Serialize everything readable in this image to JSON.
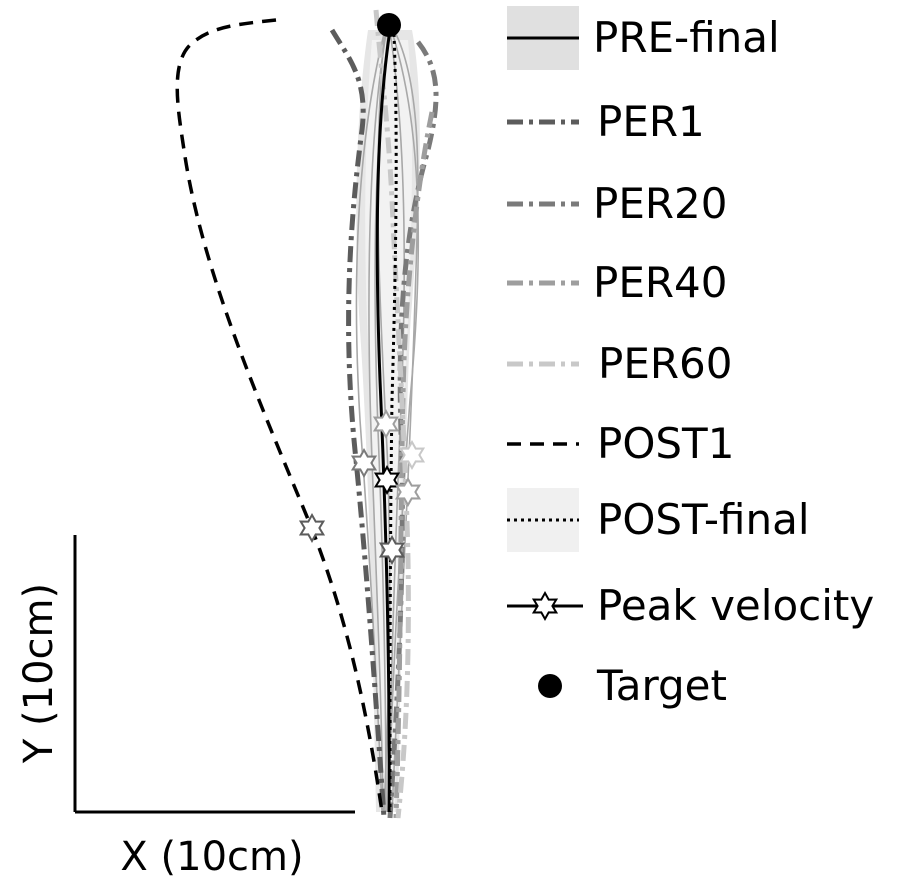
{
  "axes": {
    "x_label": "X (10cm)",
    "y_label": "Y (10cm)"
  },
  "legend": {
    "items": [
      {
        "key": "pre_final",
        "label": "PRE-final",
        "style": "solid",
        "color": "#000000",
        "band": "#e0e0e0"
      },
      {
        "key": "per1",
        "label": "PER1",
        "style": "dashdot",
        "color": "#5c5c5c"
      },
      {
        "key": "per20",
        "label": "PER20",
        "style": "dashdot",
        "color": "#7a7a7a"
      },
      {
        "key": "per40",
        "label": "PER40",
        "style": "dashdot",
        "color": "#9e9e9e"
      },
      {
        "key": "per60",
        "label": "PER60",
        "style": "dashdot",
        "color": "#c8c8c8"
      },
      {
        "key": "post1",
        "label": "POST1",
        "style": "dashed",
        "color": "#000000"
      },
      {
        "key": "post_final",
        "label": "POST-final",
        "style": "dotted",
        "color": "#000000",
        "band": "#f0f0f0"
      },
      {
        "key": "peak",
        "label": "Peak velocity",
        "style": "star-marker",
        "color": "#000000"
      },
      {
        "key": "target",
        "label": "Target",
        "style": "filled-dot",
        "color": "#000000"
      }
    ]
  }
}
